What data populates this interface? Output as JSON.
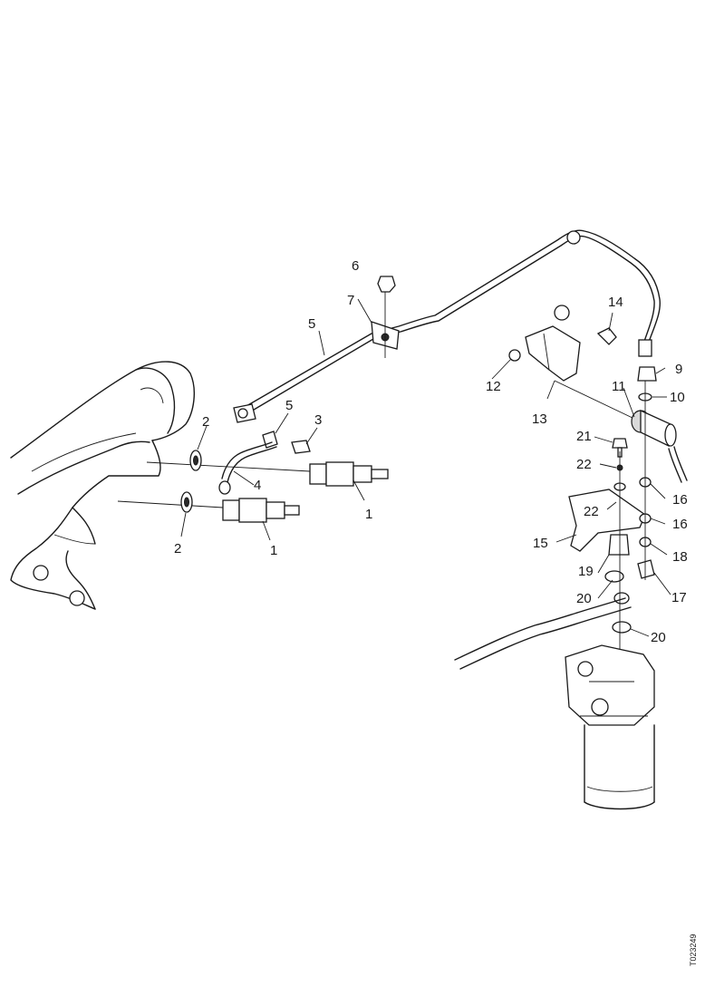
{
  "callouts": {
    "c1a": "1",
    "c1b": "1",
    "c2a": "2",
    "c2b": "2",
    "c3": "3",
    "c4": "4",
    "c5a": "5",
    "c5b": "5",
    "c6": "6",
    "c7": "7",
    "c9": "9",
    "c10": "10",
    "c11": "11",
    "c12": "12",
    "c13": "13",
    "c14": "14",
    "c15": "15",
    "c16a": "16",
    "c16b": "16",
    "c17": "17",
    "c18": "18",
    "c19": "19",
    "c20a": "20",
    "c20b": "20",
    "c21": "21",
    "c22a": "22",
    "c22b": "22"
  },
  "figure_ref": "T023249"
}
